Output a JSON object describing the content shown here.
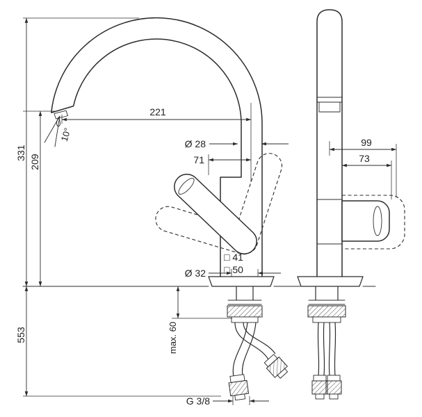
{
  "colors": {
    "ink": "#2b2b2b",
    "background": "#ffffff"
  },
  "drawing": {
    "type": "technical-dimension-drawing",
    "dims": {
      "reach": "221",
      "spout_diameter": "Ø 28",
      "spout_offset": "71",
      "side_projection": "99",
      "side_handle": "73",
      "height_total": "331",
      "height_outlet": "209",
      "outlet_angle": "10°",
      "body_square": "□ 41",
      "base_square": "□ 50",
      "hole_diameter": "Ø 32",
      "below_deck": "553",
      "max_thickness": "max. 60",
      "thread": "G 3/8"
    }
  }
}
